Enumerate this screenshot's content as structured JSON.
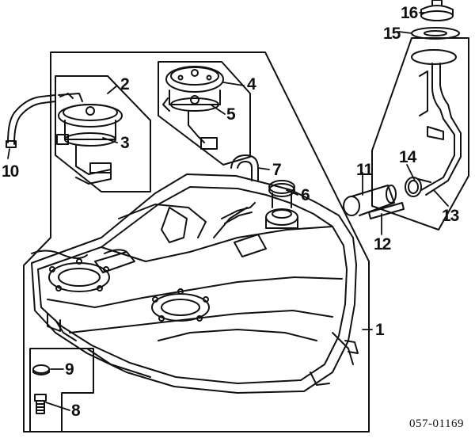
{
  "diagram": {
    "id": "057-01169",
    "callouts": [
      {
        "key": "c1",
        "label": "1"
      },
      {
        "key": "c2",
        "label": "2"
      },
      {
        "key": "c3",
        "label": "3"
      },
      {
        "key": "c4",
        "label": "4"
      },
      {
        "key": "c5",
        "label": "5"
      },
      {
        "key": "c6",
        "label": "6"
      },
      {
        "key": "c7",
        "label": "7"
      },
      {
        "key": "c8",
        "label": "8"
      },
      {
        "key": "c9",
        "label": "9"
      },
      {
        "key": "c10",
        "label": "10"
      },
      {
        "key": "c11",
        "label": "11"
      },
      {
        "key": "c12",
        "label": "12"
      },
      {
        "key": "c13",
        "label": "13"
      },
      {
        "key": "c14",
        "label": "14"
      },
      {
        "key": "c15",
        "label": "15"
      },
      {
        "key": "c16",
        "label": "16"
      }
    ]
  }
}
